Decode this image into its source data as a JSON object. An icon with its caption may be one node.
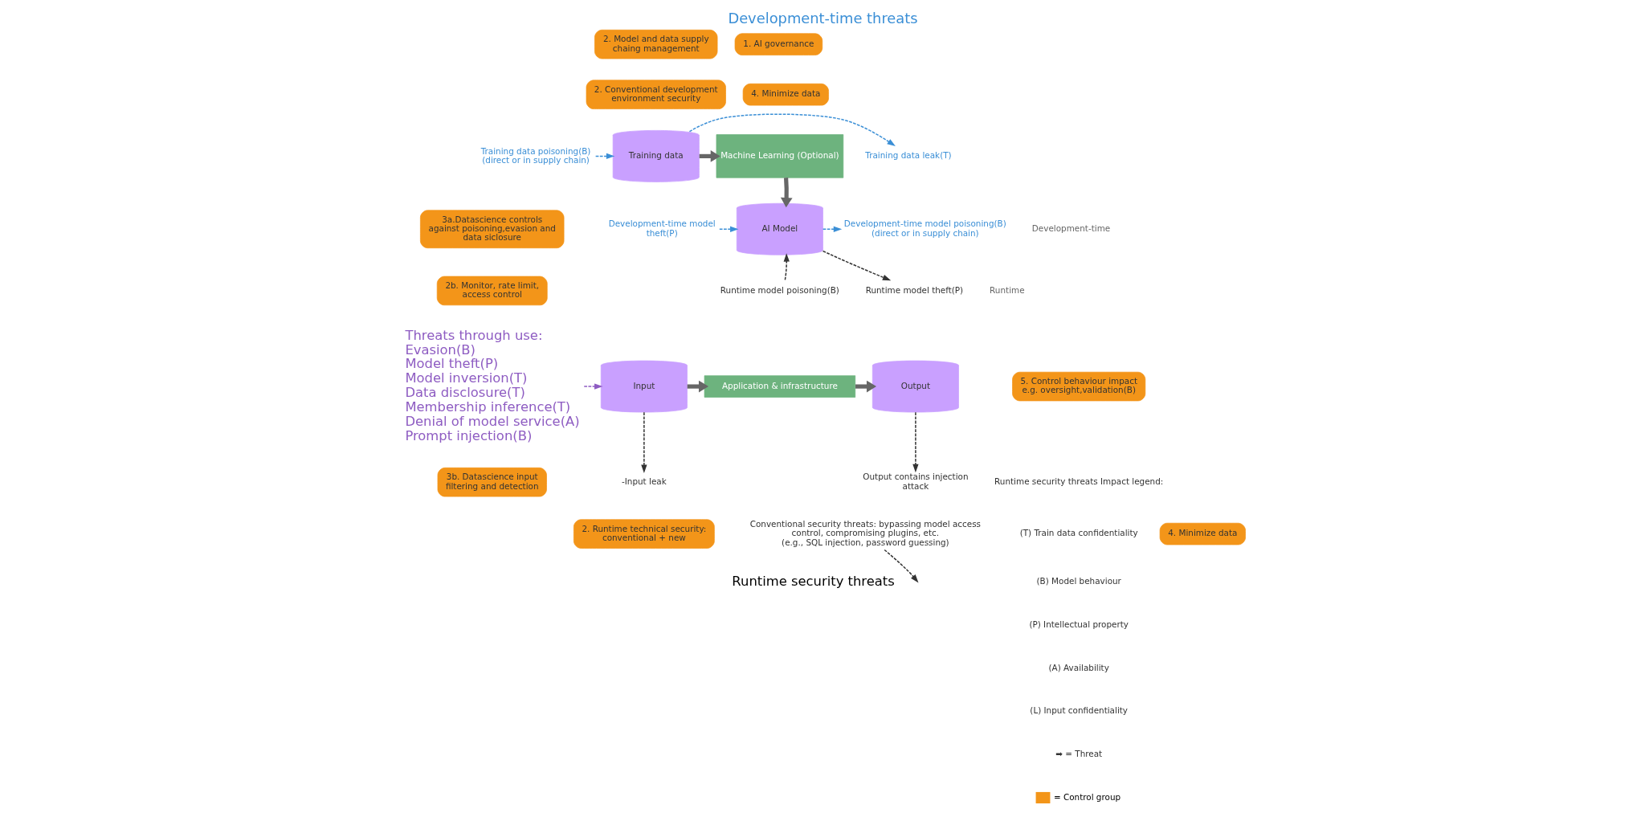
{
  "diagram": {
    "title": "Development-time threats",
    "caption": "Runtime security threats",
    "nodes": [
      {
        "text": [
          "Training data leak(T)"
        ]
      },
      {
        "text": [
          "Training data poisoning(B)",
          "(direct or in supply chain)"
        ]
      },
      {
        "text": [
          "Training data"
        ]
      },
      {
        "text": [
          "Machine Learning (Optional)"
        ]
      },
      {
        "text": [
          "AI Model"
        ]
      },
      {
        "text": [
          "Development-time model theft(P)"
        ]
      },
      {
        "text": [
          "Development-time model poisoning(B) (direct or in supply chain)"
        ]
      },
      {
        "text": [
          "Runtime model theft(P)"
        ]
      },
      {
        "text": [
          "Runtime model poisoning(B)"
        ]
      },
      {
        "text": [
          "Application & infrastructure"
        ]
      },
      {
        "text": [
          "Input"
        ]
      },
      {
        "text": [
          "Output"
        ]
      },
      {
        "text": [
          "Threats through use:",
          "Evasion(B)",
          "Model theft(P)",
          "Model inversion(T)",
          "Data disclosure(T)",
          "Membership inference(T)",
          "Denial of model service(A)",
          "Prompt injection(B)"
        ]
      },
      {
        "text": [
          "-Input leak"
        ]
      },
      {
        "text": [
          "Output contains injection attack"
        ]
      },
      {
        "text": [
          "Conventional security threats: bypassing model access control, compromising plugins, etc.",
          "(e.g., SQL injection, password guessing)"
        ]
      },
      {
        "text": [
          "2. Model and data supply chaing management"
        ]
      },
      {
        "text": [
          "1. AI governance"
        ]
      },
      {
        "text": [
          "2. Conventional development environment security"
        ]
      },
      {
        "text": [
          "4. Minimize data"
        ]
      },
      {
        "text": [
          "3a.Datascience controls against poisoning,evasion and data siclosure"
        ]
      },
      {
        "text": [
          "2b. Monitor, rate limit, access control"
        ]
      },
      {
        "text": [
          "3b. Datascience input filtering and detection"
        ]
      },
      {
        "text": [
          "5. Control behaviour impact e.g. oversight,validation(B)"
        ]
      },
      {
        "text": [
          "2. Runtime technical security: conventional + new"
        ]
      },
      {
        "text": [
          "4. Minimize data"
        ]
      }
    ],
    "edges": [
      {
        "from": 2,
        "to": 0,
        "arrow": "to",
        "style": "dashed",
        "color": "#3b8fd6"
      },
      {
        "from": 1,
        "to": 2,
        "arrow": "to",
        "style": "dashed",
        "color": "#3b8fd6"
      },
      {
        "from": 2,
        "to": 3,
        "arrow": "to",
        "style": "thick",
        "color": "#666666"
      },
      {
        "from": 3,
        "to": 4,
        "arrow": "to",
        "style": "thick",
        "color": "#666666"
      },
      {
        "from": 5,
        "to": 4,
        "arrow": "to",
        "style": "dashed",
        "color": "#3b8fd6"
      },
      {
        "from": 4,
        "to": 6,
        "arrow": "to",
        "style": "dashed",
        "color": "#3b8fd6"
      },
      {
        "from": 4,
        "to": 7,
        "arrow": "to",
        "style": "dashed"
      },
      {
        "from": 8,
        "to": 4,
        "arrow": "to",
        "style": "dashed"
      },
      {
        "from": 12,
        "to": 10,
        "arrow": "to",
        "style": "dashed",
        "color": "#8e5cc2"
      },
      {
        "from": 10,
        "to": 9,
        "arrow": "to",
        "style": "thick",
        "color": "#666666"
      },
      {
        "from": 9,
        "to": 11,
        "arrow": "to",
        "style": "thick",
        "color": "#666666"
      },
      {
        "from": 10,
        "to": 13,
        "arrow": "to",
        "style": "dashed"
      },
      {
        "from": 11,
        "to": 14,
        "arrow": "to",
        "style": "dashed"
      },
      {
        "from": 15,
        "to": null,
        "arrow": "to",
        "style": "dashed"
      }
    ],
    "labels": [
      "Development-time",
      "Runtime",
      "Runtime security threats Impact legend:",
      "(T) Train data confidentiality",
      "(B) Model behaviour",
      "(P) Intellectual property",
      "(A) Availability",
      "(L) Input confidentiality",
      "➡ = Threat"
    ],
    "legend": [
      {
        "text": "= Control group",
        "color": "#f39519"
      }
    ]
  }
}
